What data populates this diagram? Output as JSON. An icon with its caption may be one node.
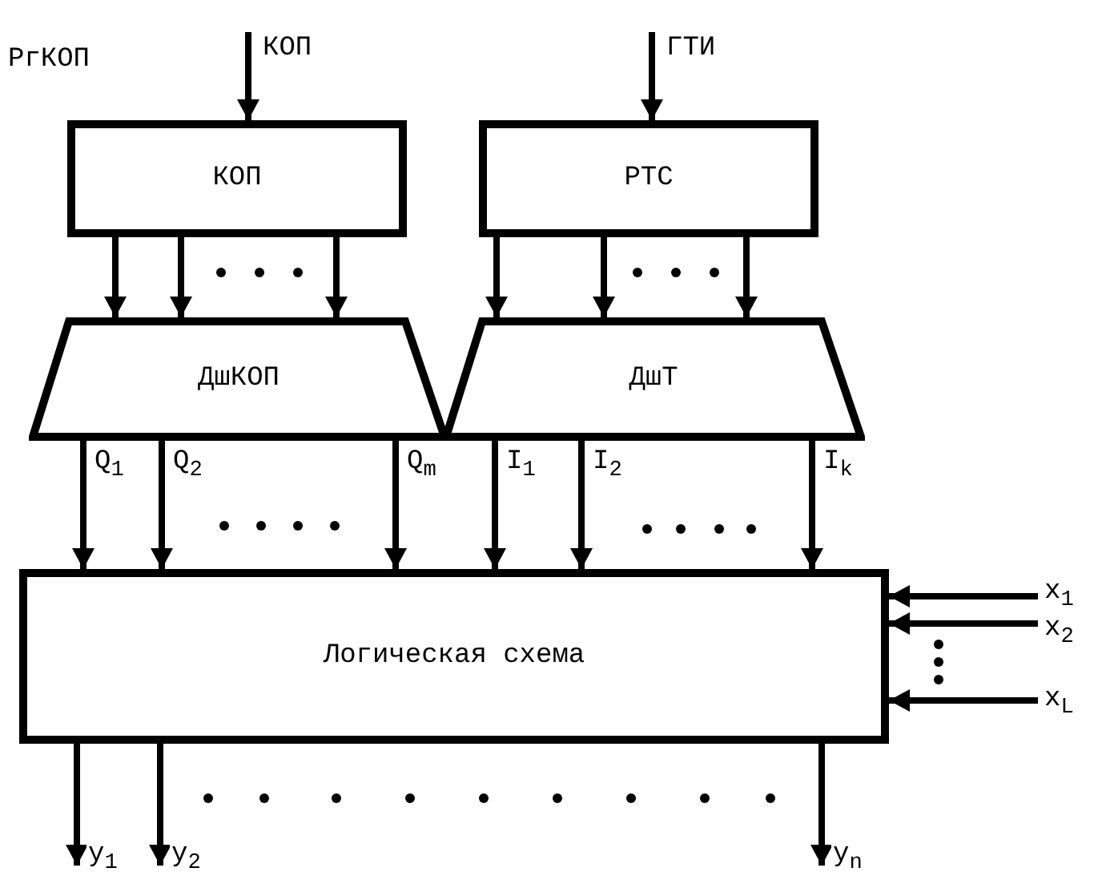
{
  "diagram": {
    "nodes": [
      {
        "text": [
          "КОП"
        ],
        "beside": [
          "РгКОП"
        ]
      },
      {
        "text": [
          "РТС"
        ]
      },
      {
        "text": [
          "ДшКОП"
        ]
      },
      {
        "text": [
          "ДшТ"
        ]
      },
      {
        "text": [
          "Логическая схема"
        ]
      }
    ],
    "edges": [
      {
        "from": null,
        "to": 0,
        "arrow": "to",
        "label": "КОП"
      },
      {
        "from": null,
        "to": 1,
        "arrow": "to",
        "label": "ГТИ"
      },
      {
        "from": 0,
        "to": 2,
        "arrow": "to"
      },
      {
        "from": 0,
        "to": 2,
        "arrow": "to"
      },
      {
        "from": 0,
        "to": 2,
        "arrow": "to"
      },
      {
        "from": 1,
        "to": 3,
        "arrow": "to"
      },
      {
        "from": 1,
        "to": 3,
        "arrow": "to"
      },
      {
        "from": 1,
        "to": 3,
        "arrow": "to"
      },
      {
        "from": 2,
        "to": 4,
        "arrow": "to",
        "label": "Q$_{1}$"
      },
      {
        "from": 2,
        "to": 4,
        "arrow": "to",
        "label": "Q$_{2}$"
      },
      {
        "from": 2,
        "to": 4,
        "arrow": "to",
        "label": "Q$_{m}$"
      },
      {
        "from": 3,
        "to": 4,
        "arrow": "to",
        "label": "I$_{1}$"
      },
      {
        "from": 3,
        "to": 4,
        "arrow": "to",
        "label": "I$_{2}$"
      },
      {
        "from": 3,
        "to": 4,
        "arrow": "to",
        "label": "I$_{k}$"
      },
      {
        "from": null,
        "to": 4,
        "arrow": "to",
        "label": "x$_{1}$"
      },
      {
        "from": null,
        "to": 4,
        "arrow": "to",
        "label": "x$_{2}$"
      },
      {
        "from": null,
        "to": 4,
        "arrow": "to",
        "label": "x$_{L}$"
      },
      {
        "from": 4,
        "to": null,
        "arrow": "to",
        "label": "y$_{1}$"
      },
      {
        "from": 4,
        "to": null,
        "arrow": "to",
        "label": "y$_{2}$"
      },
      {
        "from": 4,
        "to": null,
        "arrow": "to",
        "label": "y$_{n}$"
      }
    ]
  }
}
